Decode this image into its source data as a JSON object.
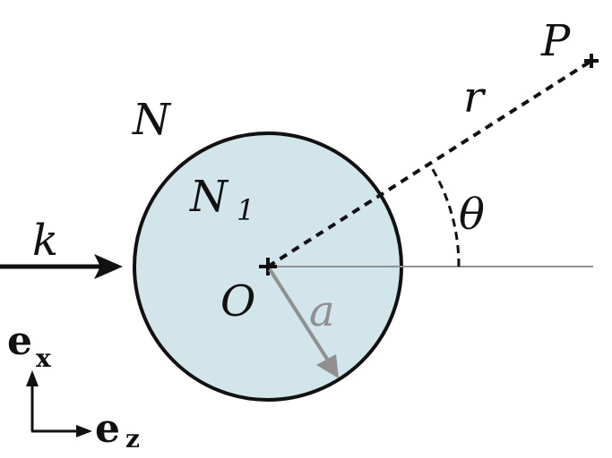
{
  "labels": {
    "medium": "N",
    "sphere": "N",
    "sphere_sub": "1",
    "wavevector": "k",
    "origin": "O",
    "radius": "a",
    "distance": "r",
    "angle": "θ",
    "point": "P",
    "point_sub": "+",
    "ex": "e",
    "ex_sub": "x",
    "ez": "e",
    "ez_sub": "z"
  },
  "colors": {
    "sphere_fill": "#d2e5ea",
    "stroke": "#111111",
    "gray": "#909090"
  }
}
